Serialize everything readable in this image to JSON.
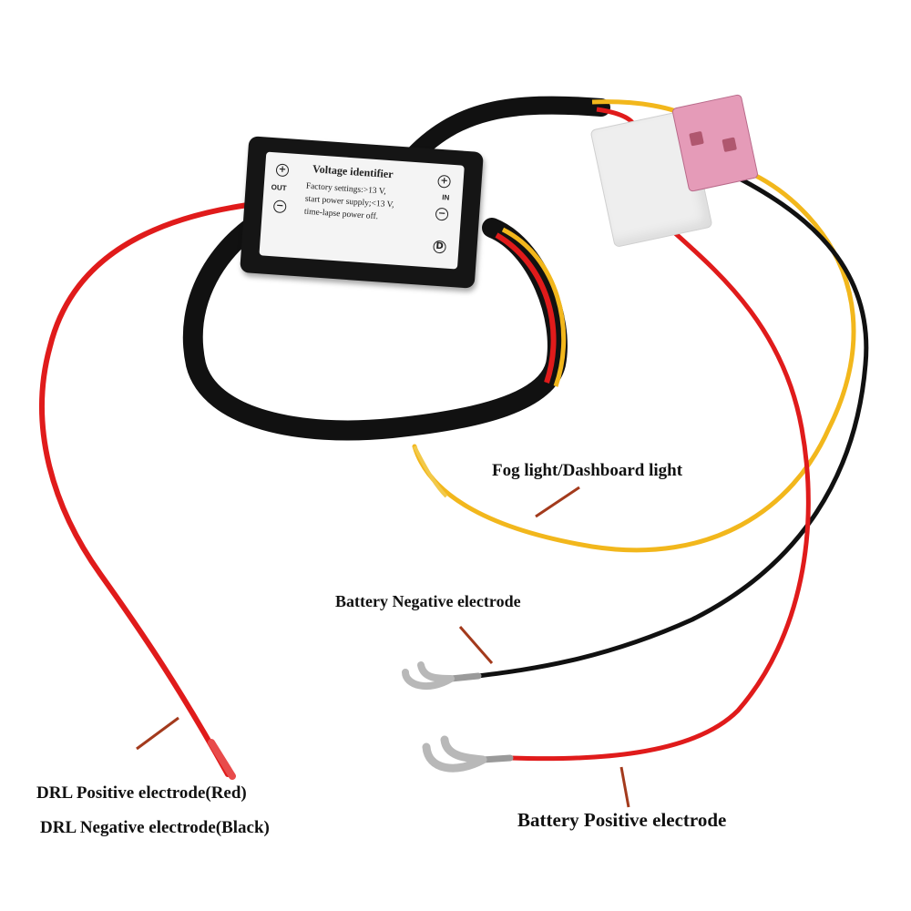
{
  "module": {
    "title": "Voltage identifier",
    "description_lines": [
      "Factory settings:>13 V,",
      "start power supply;<13 V,",
      "time-lapse power off."
    ],
    "out_label": "OUT",
    "in_label": "IN",
    "plus_symbol": "+",
    "minus_symbol": "−",
    "d_symbol": "D"
  },
  "labels": {
    "fog_light": "Fog light/Dashboard light",
    "battery_negative": "Battery Negative electrode",
    "battery_positive": "Battery Positive electrode",
    "drl_positive": "DRL Positive electrode(Red)",
    "drl_negative": "DRL Negative electrode(Black)"
  },
  "colors": {
    "red_wire": "#e01b1b",
    "black_wire": "#111111",
    "yellow_wire": "#f2b71c",
    "pointer": "#a33a1c",
    "fuse": "#e59bb8"
  }
}
